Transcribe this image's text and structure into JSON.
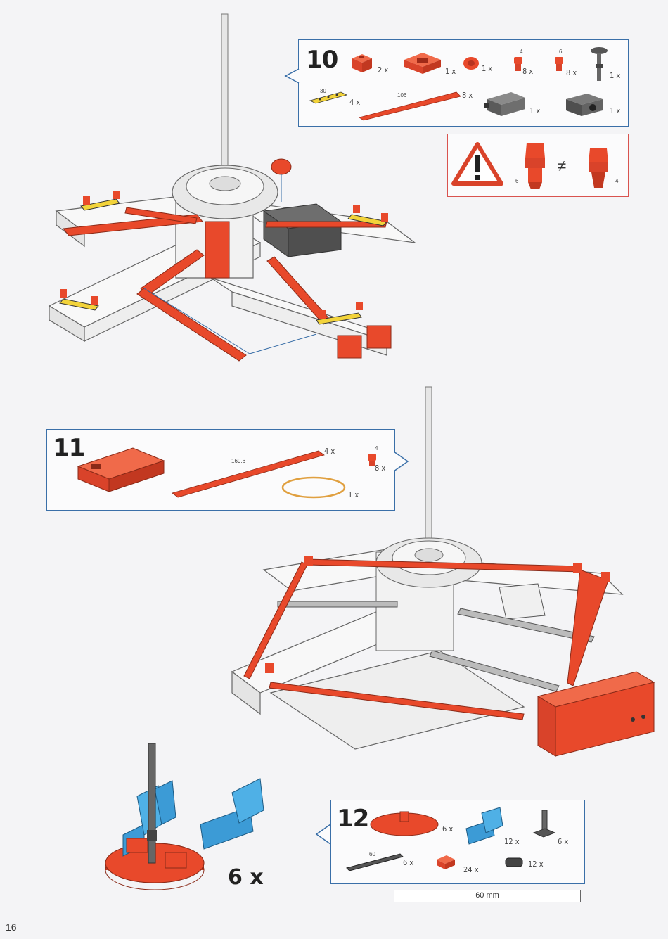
{
  "page_number": "16",
  "step10": {
    "number": "10",
    "items": [
      {
        "qty": "2 x"
      },
      {
        "qty": "1 x"
      },
      {
        "qty": "1 x"
      },
      {
        "size": "4",
        "qty": "8 x"
      },
      {
        "size": "6",
        "qty": "8 x"
      },
      {
        "qty": "1 x"
      },
      {
        "size": "30",
        "qty": "4 x"
      },
      {
        "size": "106",
        "qty": "8 x"
      },
      {
        "qty": "1 x"
      },
      {
        "qty": "1 x"
      }
    ]
  },
  "warning": {
    "left_size": "6",
    "right_size": "4",
    "symbol": "≠"
  },
  "step11": {
    "number": "11",
    "items": [
      {
        "qty": ""
      },
      {
        "size": "169.6",
        "qty": "4 x"
      },
      {
        "size": "4",
        "qty": "8 x"
      },
      {
        "qty": "1 x"
      }
    ]
  },
  "step12": {
    "number": "12",
    "items": [
      {
        "qty": "6 x"
      },
      {
        "qty": "12 x"
      },
      {
        "qty": "6 x"
      },
      {
        "size": "60",
        "qty": "6 x"
      },
      {
        "qty": "24 x"
      },
      {
        "qty": "12 x"
      }
    ]
  },
  "repeat_label": "6 x",
  "ruler_label": "60 mm",
  "colors": {
    "frame": "#3a6fa8",
    "red": "#e8492b",
    "yellow": "#f2d33a",
    "blue": "#3c9bd6",
    "gray": "#6a6a6a"
  }
}
